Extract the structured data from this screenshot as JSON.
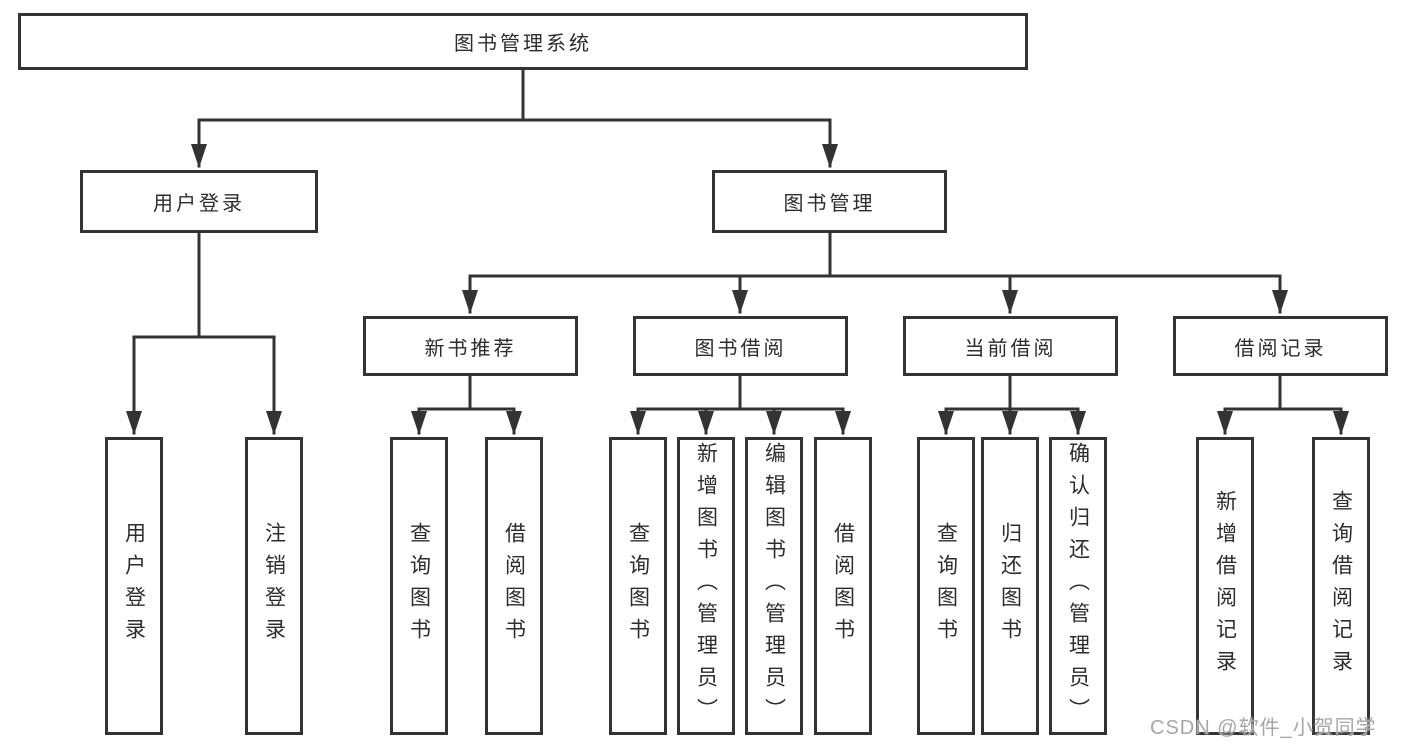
{
  "diagram": {
    "root": {
      "label": "图书管理系统"
    },
    "branches": [
      {
        "label": "用户登录",
        "children": [
          {
            "label": "用户登录"
          },
          {
            "label": "注销登录"
          }
        ]
      },
      {
        "label": "图书管理",
        "children": [
          {
            "label": "新书推荐",
            "children": [
              {
                "label": "查询图书"
              },
              {
                "label": "借阅图书"
              }
            ]
          },
          {
            "label": "图书借阅",
            "children": [
              {
                "label": "查询图书"
              },
              {
                "label": "新增图书（管理员）"
              },
              {
                "label": "编辑图书（管理员）"
              },
              {
                "label": "借阅图书"
              }
            ]
          },
          {
            "label": "当前借阅",
            "children": [
              {
                "label": "查询图书"
              },
              {
                "label": "归还图书"
              },
              {
                "label": "确认归还（管理员）"
              }
            ]
          },
          {
            "label": "借阅记录",
            "children": [
              {
                "label": "新增借阅记录"
              },
              {
                "label": "查询借阅记录"
              }
            ]
          }
        ]
      }
    ]
  },
  "watermark": {
    "text": "CSDN @软件_小贺同学"
  },
  "colors": {
    "line": "#333333",
    "text": "#2d2d2d",
    "watermark": "#a6a6a6",
    "background": "#ffffff"
  }
}
